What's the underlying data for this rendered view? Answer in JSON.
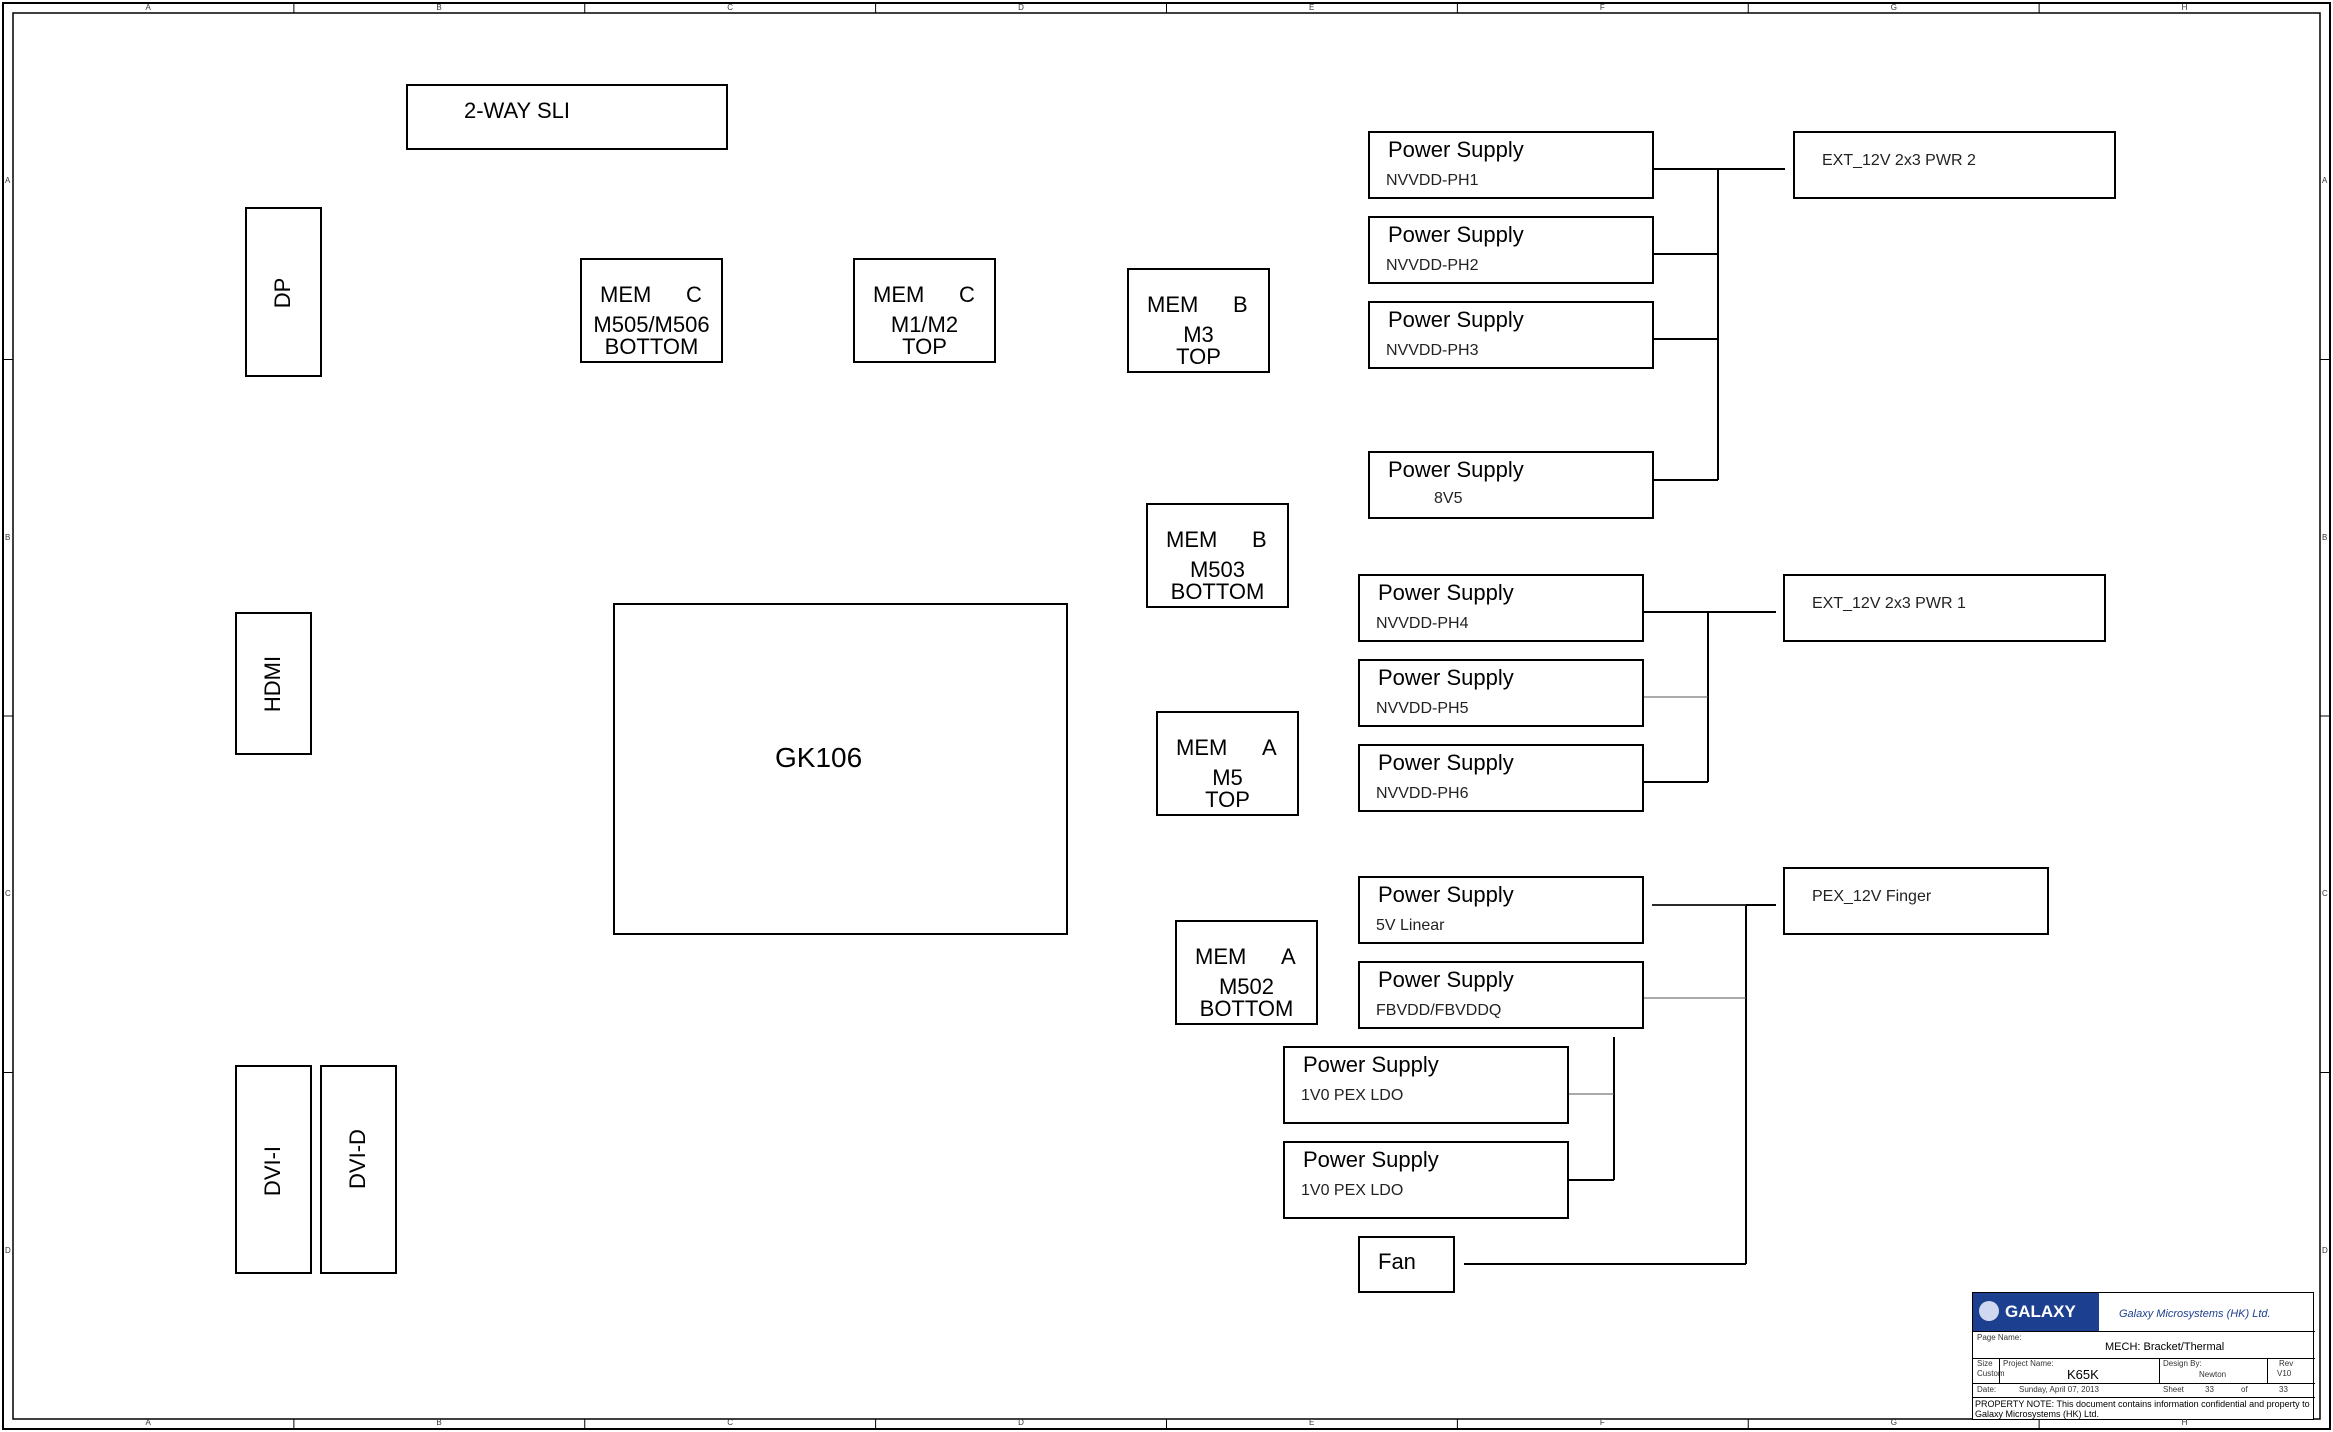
{
  "connectors": {
    "sli": "2-WAY SLI",
    "dp": "DP",
    "hdmi": "HDMI",
    "dvi_i": "DVI-I",
    "dvi_d": "DVI-D"
  },
  "gpu": "GK106",
  "memory": [
    {
      "mem": "MEM",
      "ch": "C",
      "part": "M505/M506",
      "side": "BOTTOM"
    },
    {
      "mem": "MEM",
      "ch": "C",
      "part": "M1/M2",
      "side": "TOP"
    },
    {
      "mem": "MEM",
      "ch": "B",
      "part": "M3",
      "side": "TOP"
    },
    {
      "mem": "MEM",
      "ch": "B",
      "part": "M503",
      "side": "BOTTOM"
    },
    {
      "mem": "MEM",
      "ch": "A",
      "part": "M5",
      "side": "TOP"
    },
    {
      "mem": "MEM",
      "ch": "A",
      "part": "M502",
      "side": "BOTTOM"
    }
  ],
  "supplies": [
    {
      "title": "Power Supply",
      "sub": "NVVDD-PH1"
    },
    {
      "title": "Power Supply",
      "sub": "NVVDD-PH2"
    },
    {
      "title": "Power Supply",
      "sub": "NVVDD-PH3"
    },
    {
      "title": "Power Supply",
      "sub": "8V5"
    },
    {
      "title": "Power Supply",
      "sub": "NVVDD-PH4"
    },
    {
      "title": "Power Supply",
      "sub": "NVVDD-PH5"
    },
    {
      "title": "Power Supply",
      "sub": "NVVDD-PH6"
    },
    {
      "title": "Power Supply",
      "sub": "5V Linear"
    },
    {
      "title": "Power Supply",
      "sub": "FBVDD/FBVDDQ"
    },
    {
      "title": "Power Supply",
      "sub": "1V0 PEX LDO"
    },
    {
      "title": "Power Supply",
      "sub": "1V0 PEX LDO"
    }
  ],
  "fan": "Fan",
  "sources": {
    "pwr2": "EXT_12V 2x3 PWR 2",
    "pwr1": "EXT_12V 2x3 PWR 1",
    "pex": "PEX_12V Finger"
  },
  "title_block": {
    "brand": "GALAXY",
    "company": "Galaxy Microsystems (HK) Ltd.",
    "page_name_label": "Page Name:",
    "page_name": "MECH: Bracket/Thermal",
    "size_label": "Size",
    "size": "Custom",
    "project_label": "Project Name:",
    "project": "K65K",
    "design_label": "Design By:",
    "design": "Newton",
    "rev_label": "Rev",
    "rev": "V10",
    "date_label": "Date:",
    "date": "Sunday, April 07, 2013",
    "sheet_label": "Sheet",
    "sheet": "33",
    "of_label": "of",
    "of": "33",
    "note": "PROPERTY NOTE: This document contains information confidential and property to Galaxy Microsystems (HK) Ltd."
  },
  "border": {
    "cols": [
      "A",
      "B",
      "C",
      "D",
      "E",
      "F",
      "G",
      "H"
    ],
    "rows": [
      "A",
      "B",
      "C",
      "D"
    ]
  }
}
